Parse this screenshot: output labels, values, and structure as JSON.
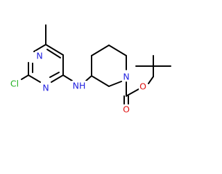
{
  "molecule": {
    "atom_labels": {
      "chlorine": "Cl",
      "ring_n_top": "N",
      "ring_n_bottom": "N",
      "amine": "NH",
      "piperidine_n": "N",
      "ester_o": "O",
      "carbonyl_o": "O"
    },
    "colors": {
      "bond": "#000000",
      "nitrogen": "#2020e0",
      "oxygen": "#e01010",
      "chlorine": "#20b020"
    }
  }
}
